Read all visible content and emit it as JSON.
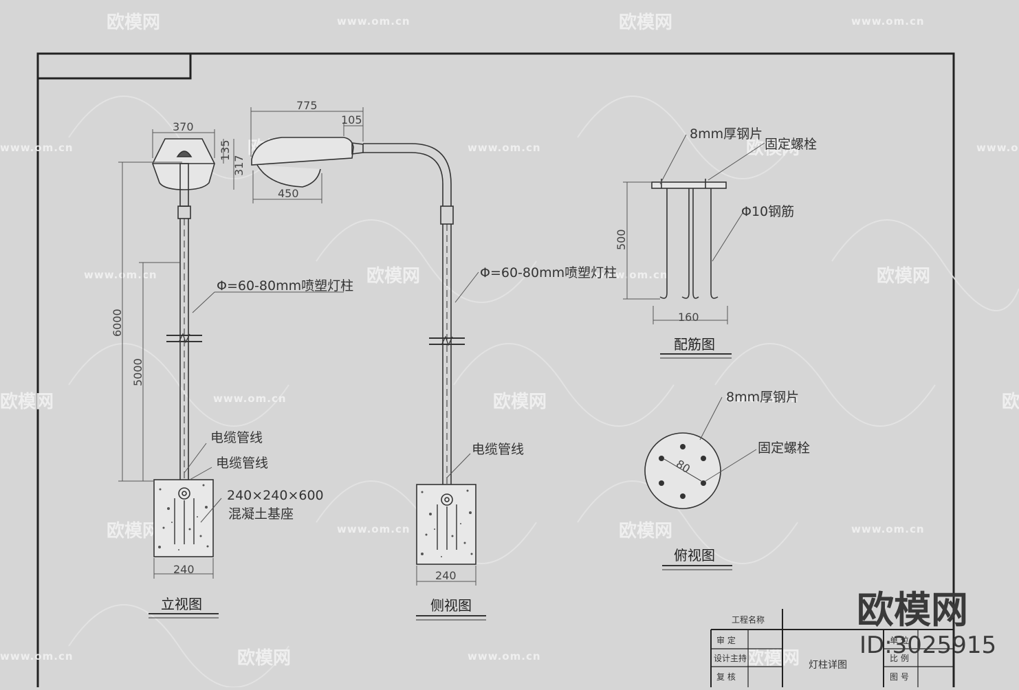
{
  "watermark": {
    "brand": "欧模网",
    "site": "www.om.cn",
    "big_brand": "欧模网",
    "id": "ID:3025915"
  },
  "front_view": {
    "title": "立视图",
    "dims": {
      "head_w": "370",
      "head_h": "135",
      "head_total": "317",
      "total_h": "6000",
      "pole_h": "5000",
      "base_w": "240"
    },
    "labels": {
      "pole": "Φ=60-80mm喷塑灯柱",
      "cable1": "电缆管线",
      "cable2": "电缆管线",
      "base_size": "240×240×600",
      "base_desc": "混凝土基座"
    }
  },
  "side_view": {
    "title": "侧视图",
    "dims": {
      "arm": "775",
      "tip": "105",
      "lamp": "450",
      "base_w": "240"
    },
    "labels": {
      "pole": "Φ=60-80mm喷塑灯柱",
      "cable": "电缆管线"
    }
  },
  "rebar_view": {
    "title": "配筋图",
    "dims": {
      "height": "500",
      "width": "160"
    },
    "labels": {
      "plate": "8mm厚钢片",
      "bolt": "固定螺栓",
      "rebar": "Φ10钢筋"
    }
  },
  "top_view": {
    "title": "俯视图",
    "dims": {
      "spacing": "80"
    },
    "labels": {
      "plate": "8mm厚钢片",
      "bolt": "固定螺栓"
    }
  },
  "title_block": {
    "project_name": "工程名称",
    "drawing_name": "灯柱详图",
    "rows": [
      "审 定",
      "设计主持",
      "复 核"
    ],
    "right_rows": [
      "单 位",
      "比 例",
      "图 号"
    ]
  }
}
